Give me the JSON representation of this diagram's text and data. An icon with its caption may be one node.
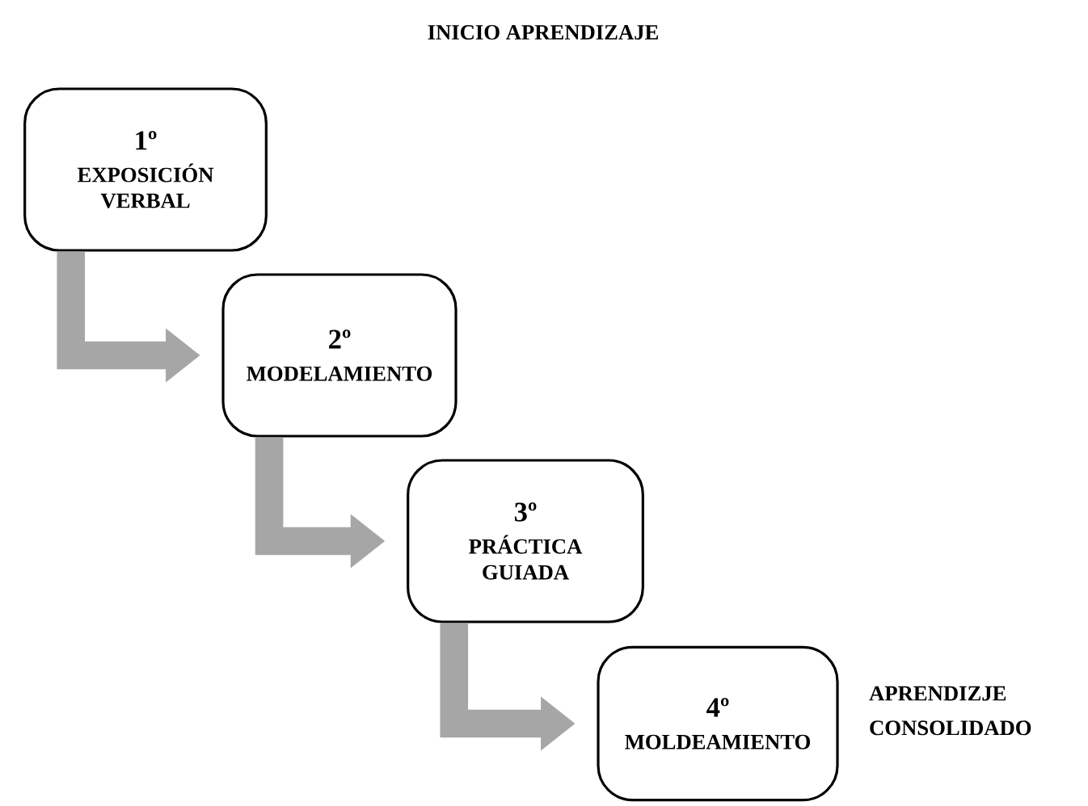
{
  "diagram": {
    "title": "INICIO APRENDIZAJE",
    "nodes": [
      {
        "text": [
          "1º",
          "EXPOSICIÓN VERBAL"
        ]
      },
      {
        "text": [
          "2º",
          "MODELAMIENTO"
        ]
      },
      {
        "text": [
          "3º",
          "PRÁCTICA GUIADA"
        ]
      },
      {
        "text": [
          "4º",
          "MOLDEAMIENTO"
        ],
        "beside": [
          "APRENDIZJE CONSOLIDADO"
        ]
      }
    ],
    "edges": [
      {
        "from": 0,
        "to": 1,
        "arrow": "to"
      },
      {
        "from": 1,
        "to": 2,
        "arrow": "to"
      },
      {
        "from": 2,
        "to": 3,
        "arrow": "to"
      }
    ]
  }
}
